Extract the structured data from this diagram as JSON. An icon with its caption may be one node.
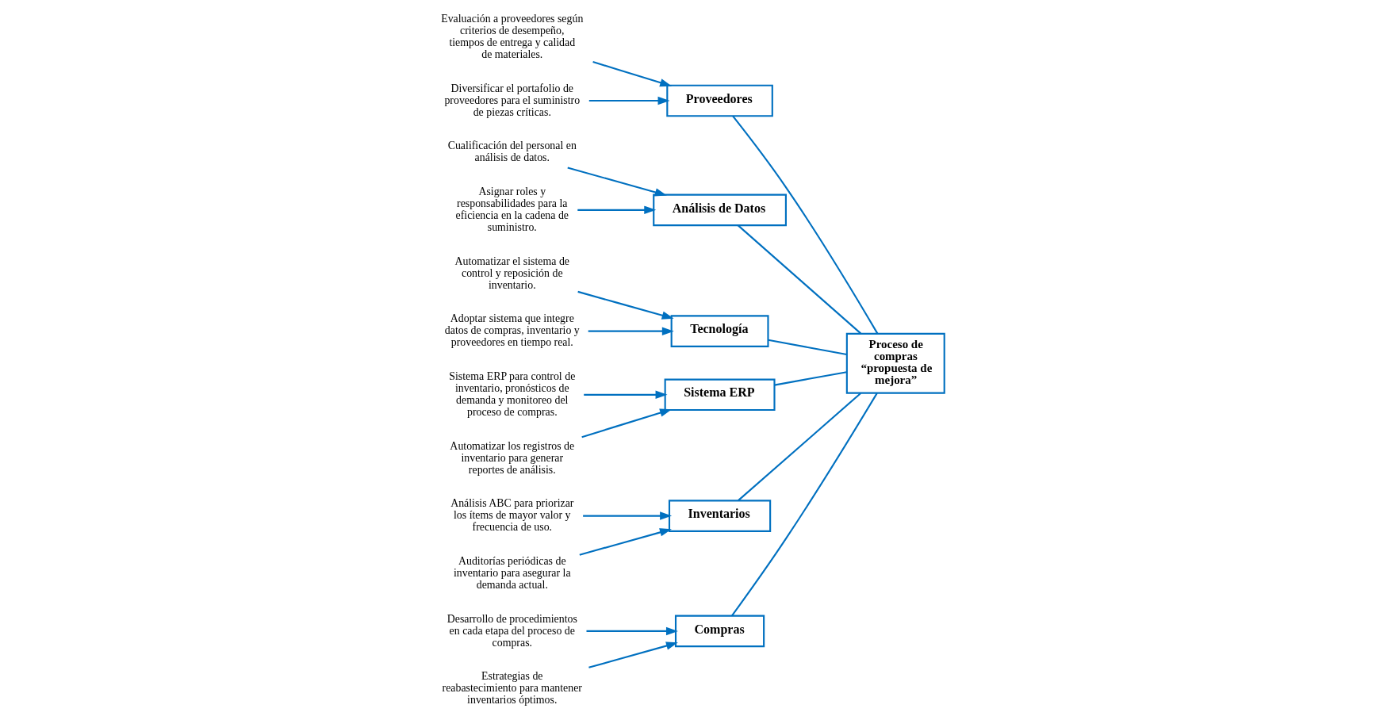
{
  "diagram": {
    "nodes": [
      {
        "text": [
          "Compras"
        ]
      },
      {
        "text": [
          "Proveedores"
        ]
      },
      {
        "text": [
          "Análisis de Datos"
        ]
      },
      {
        "text": [
          "Proceso de compras “propuesta de mejora”"
        ]
      },
      {
        "text": [
          "Tecnología"
        ]
      },
      {
        "text": [
          "Sistema ERP"
        ]
      },
      {
        "text": [
          "Inventarios"
        ]
      },
      {
        "text": [
          "Desarrollo de procedimientos en cada etapa del proceso de compras."
        ]
      },
      {
        "text": [
          "Estrategias de reabastecimiento para mantener inventarios óptimos."
        ]
      },
      {
        "text": [
          "Evaluación a proveedores según criterios de desempeño, tiempos de entrega y calidad de materiales."
        ]
      },
      {
        "text": [
          "Diversificar el portafolio de proveedores para el suministro de piezas críticas."
        ]
      },
      {
        "text": [
          "Cualificación del personal en análisis de datos."
        ]
      },
      {
        "text": [
          "Asignar roles y responsabilidades para la eficiencia en la cadena de suministro."
        ]
      },
      {
        "text": [
          "Automatizar el sistema de control y reposición de inventario."
        ]
      },
      {
        "text": [
          "Adoptar sistema que integre datos de compras, inventario y proveedores en tiempo real."
        ]
      },
      {
        "text": [
          "Sistema ERP para control de inventario, pronósticos de demanda y monitoreo del proceso de compras."
        ]
      },
      {
        "text": [
          "Automatizar los registros de inventario para generar reportes de análisis."
        ]
      },
      {
        "text": [
          "Análisis ABC para priorizar los ítems de mayor valor y frecuencia de uso."
        ]
      },
      {
        "text": [
          "Auditorías periódicas de inventario para asegurar la demanda actual."
        ]
      }
    ],
    "edges": [
      {
        "from": 7,
        "to": 0,
        "arrow": "to"
      },
      {
        "from": 8,
        "to": 0,
        "arrow": "to"
      },
      {
        "from": 9,
        "to": 1,
        "arrow": "to"
      },
      {
        "from": 10,
        "to": 1,
        "arrow": "to"
      },
      {
        "from": 11,
        "to": 2,
        "arrow": "to"
      },
      {
        "from": 12,
        "to": 2,
        "arrow": "to"
      },
      {
        "from": 13,
        "to": 4,
        "arrow": "to"
      },
      {
        "from": 14,
        "to": 4,
        "arrow": "to"
      },
      {
        "from": 15,
        "to": 5,
        "arrow": "to"
      },
      {
        "from": 16,
        "to": 5,
        "arrow": "to"
      },
      {
        "from": 17,
        "to": 6,
        "arrow": "to"
      },
      {
        "from": 18,
        "to": 6,
        "arrow": "to"
      },
      {
        "from": 0,
        "to": 3,
        "arrow": "none"
      },
      {
        "from": 1,
        "to": 3,
        "arrow": "none"
      },
      {
        "from": 2,
        "to": 3,
        "arrow": "none"
      },
      {
        "from": 4,
        "to": 3,
        "arrow": "none"
      },
      {
        "from": 5,
        "to": 3,
        "arrow": "none"
      },
      {
        "from": 6,
        "to": 3,
        "arrow": "none"
      }
    ]
  }
}
